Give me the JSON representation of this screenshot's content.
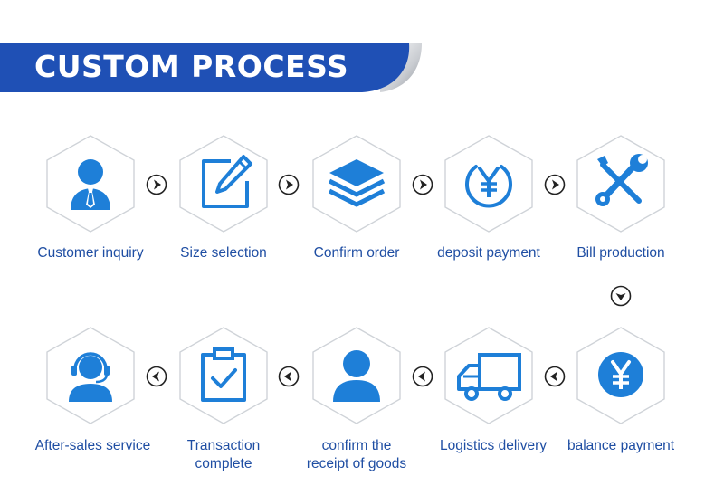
{
  "header": {
    "title": "CUSTOM PROCESS"
  },
  "colors": {
    "accent": "#1f4ea3",
    "icon_blue": "#1e7fd8",
    "hex_border": "#cfd3d8",
    "banner_blue": "#1f50b5"
  },
  "steps": [
    {
      "label": "Customer inquiry",
      "icon": "person-with-tie-icon"
    },
    {
      "label": "Size selection",
      "icon": "pencil-edit-icon"
    },
    {
      "label": "Confirm order",
      "icon": "stacked-layers-icon"
    },
    {
      "label": "deposit payment",
      "icon": "yen-circle-icon"
    },
    {
      "label": "Bill production",
      "icon": "wrench-screwdriver-icon"
    },
    {
      "label": "balance payment",
      "icon": "yen-solid-circle-icon"
    },
    {
      "label": "Logistics delivery",
      "icon": "delivery-truck-icon"
    },
    {
      "label_line1": "confirm the",
      "label_line2": "receipt of goods",
      "icon": "person-icon"
    },
    {
      "label_line1": "Transaction",
      "label_line2": "complete",
      "icon": "clipboard-check-icon"
    },
    {
      "label": "After-sales service",
      "icon": "headset-agent-icon"
    }
  ],
  "arrows": {
    "row1": "chevron-right-icon",
    "down": "chevron-down-icon",
    "row2": "chevron-left-icon"
  }
}
